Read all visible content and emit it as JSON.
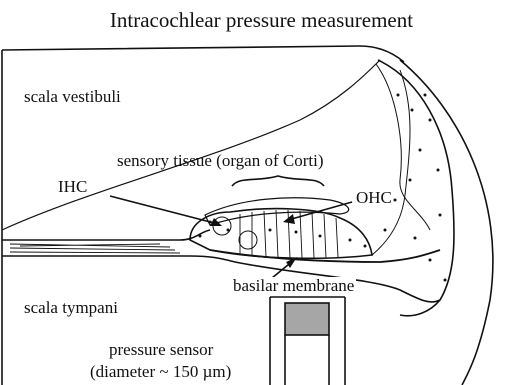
{
  "title": "Intracochlear pressure measurement",
  "labels": {
    "scala_vestibuli": "scala vestibuli",
    "sensory_tissue": "sensory tissue (organ of Corti)",
    "ihc": "IHC",
    "ohc": "OHC",
    "basilar_membrane": "basilar membrane",
    "scala_tympani": "scala tympani",
    "pressure_sensor_line1": "pressure sensor",
    "pressure_sensor_line2": "(diameter ~ 150 µm)"
  },
  "colors": {
    "line": "#111111",
    "sensor_fill": "#a6a6a6",
    "background": "#ffffff"
  }
}
